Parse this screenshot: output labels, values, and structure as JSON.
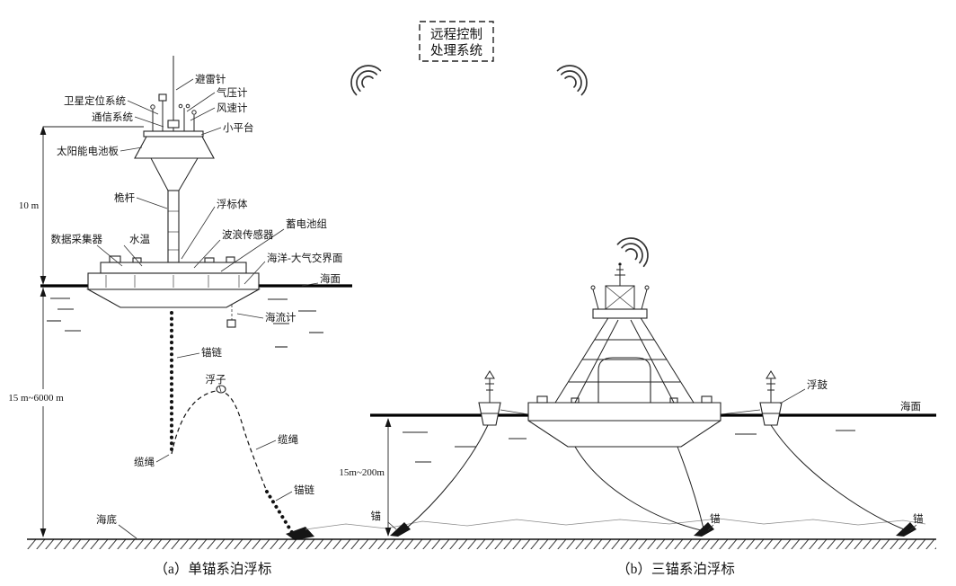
{
  "control_box": {
    "line1": "远程控制",
    "line2": "处理系统"
  },
  "left_diagram": {
    "caption": "（a）单锚系泊浮标",
    "dimensions": {
      "mast_height": "10 m",
      "mooring_depth": "15 m~6000 m"
    },
    "labels": {
      "lightning_rod": "避雷针",
      "barometer": "气压计",
      "satellite_positioning": "卫星定位系统",
      "anemometer": "风速计",
      "communication_system": "通信系统",
      "small_platform": "小平台",
      "solar_panel": "太阳能电池板",
      "mast": "桅杆",
      "buoy_body": "浮标体",
      "battery_pack": "蓄电池组",
      "data_collector": "数据采集器",
      "water_temperature": "水温",
      "wave_sensor": "波浪传感器",
      "ocean_atmosphere_interface": "海洋-大气交界面",
      "sea_surface": "海面",
      "current_meter": "海流计",
      "anchor_chain_upper": "锚链",
      "float": "浮子",
      "cable_left": "缆绳",
      "cable_right": "缆绳",
      "anchor_chain_lower": "锚链",
      "seabed": "海底"
    }
  },
  "right_diagram": {
    "caption": "（b）三锚系泊浮标",
    "dimensions": {
      "mooring_depth": "15m~200m"
    },
    "labels": {
      "float_drum": "浮鼓",
      "sea_surface": "海面",
      "anchor_left": "锚",
      "anchor_middle": "锚",
      "anchor_right": "锚"
    }
  }
}
